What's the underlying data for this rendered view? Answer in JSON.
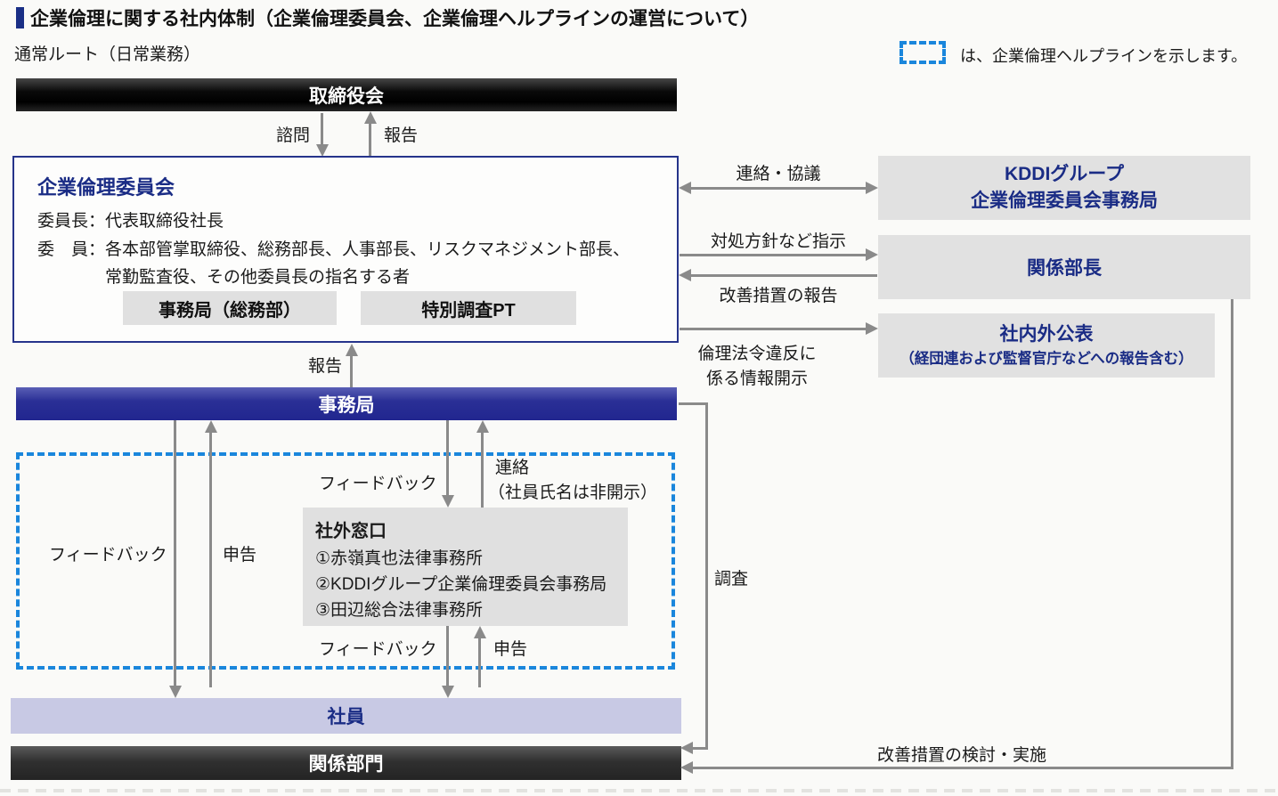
{
  "page": {
    "title": "企業倫理に関する社内体制（企業倫理委員会、企業倫理ヘルプラインの運営について）",
    "subtitle": "通常ルート（日常業務）",
    "legend_text": "は、企業倫理ヘルプラインを示します。"
  },
  "colors": {
    "navy_border": "#26348b",
    "navy_text": "#1a2c85",
    "secretariat_blue": "#2a2f96",
    "employee_lavender": "#c8c9e4",
    "dark_box": "#0a0a0a",
    "gray_box": "#e1e1e1",
    "helpline_dash_blue": "#1a86dc",
    "arrow_gray": "#8a8a8a"
  },
  "boxes": {
    "board": {
      "label": "取締役会"
    },
    "committee": {
      "title": "企業倫理委員会",
      "chair_line": "委員長：代表取締役社長",
      "members_line1": "委　員：各本部管掌取締役、総務部長、人事部長、リスクマネジメント部長、",
      "members_line2": "常勤監査役、その他委員長の指名する者",
      "sub_left": "事務局（総務部）",
      "sub_right": "特別調査PT"
    },
    "secretariat": {
      "label": "事務局"
    },
    "external_contact": {
      "title": "社外窓口",
      "items": [
        "①赤嶺真也法律事務所",
        "②KDDIグループ企業倫理委員会事務局",
        "③田辺総合法律事務所"
      ]
    },
    "employees": {
      "label": "社員"
    },
    "related_depts": {
      "label": "関係部門"
    },
    "kddi_group": {
      "line1": "KDDIグループ",
      "line2": "企業倫理委員会事務局"
    },
    "related_managers": {
      "label": "関係部長"
    },
    "disclosure": {
      "line1": "社内外公表",
      "line2": "（経団連および監督官庁などへの報告含む）"
    }
  },
  "arrows": {
    "consult": "諮問",
    "report_top": "報告",
    "report_mid": "報告",
    "contact_consult": "連絡・協議",
    "policy_instruction": "対処方針など指示",
    "improvement_report": "改善措置の報告",
    "violation_line1": "倫理法令違反に",
    "violation_line2": "係る情報開示",
    "feedback_left": "フィードバック",
    "declare_left": "申告",
    "feedback_mid": "フィードバック",
    "contact_line1": "連絡",
    "contact_line2": "（社員氏名は非開示）",
    "feedback_bottom": "フィードバック",
    "declare_bottom": "申告",
    "investigation": "調査",
    "improvement_action": "改善措置の検討・実施"
  }
}
